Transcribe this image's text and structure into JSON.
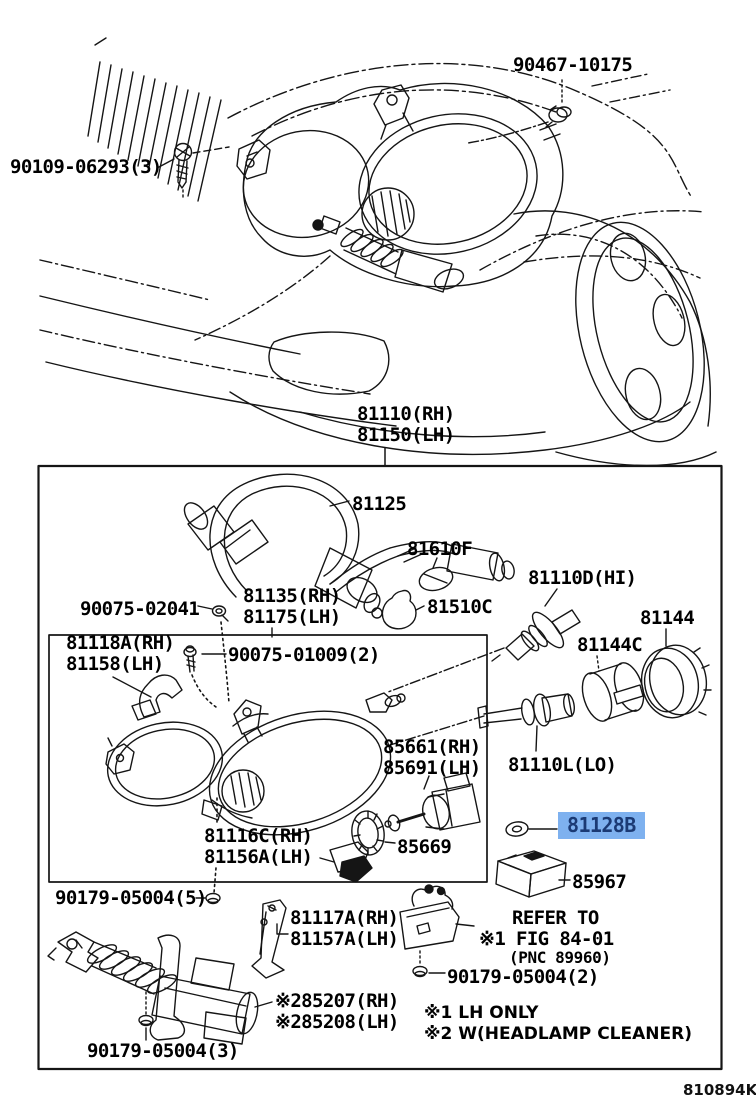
{
  "figure_code": "810894K",
  "highlight": {
    "bg": "#7eb1ef",
    "fg": "#1b3a74",
    "selected_part": "81128B"
  },
  "labels": {
    "clip": "90467-10175",
    "screw_top": "90109-06293(3)",
    "assy_rh": "81110(RH)",
    "assy_lh": "81150(LH)",
    "wire": "81125",
    "cover": "81610F",
    "cord_rh": "81135(RH)",
    "cord_lh": "81175(LH)",
    "screw_02041": "90075-02041",
    "bulb_clearance": "81510C",
    "bulb_hi": "81110D(HI)",
    "retainer_ring": "81144",
    "sleeve": "81144C",
    "bracket_up_rh": "81118A(RH)",
    "bracket_up_lh": "81158(LH)",
    "bolt_01009": "90075-01009(2)",
    "motor_rh": "85661(RH)",
    "motor_lh": "85691(LH)",
    "bulb_lo": "81110L(LO)",
    "packing": "85669",
    "grommet": "81128B",
    "bracket_low_rh": "81116C(RH)",
    "bracket_low_lh": "81156A(LH)",
    "screw_05004_5": "90179-05004(5)",
    "relay": "85967",
    "bracket_rh2": "81117A(RH)",
    "bracket_lh2": "81157A(LH)",
    "screw_05004_2": "90179-05004(2)",
    "cleaner_rh": "※285207(RH)",
    "cleaner_lh": "※285208(LH)",
    "screw_05004_3": "90179-05004(3)"
  },
  "notes": {
    "refer_1": "REFER TO",
    "refer_2": "※1 FIG 84-01",
    "refer_3": "(PNC 89960)",
    "note_1": "※1 LH ONLY",
    "note_2": "※2 W(HEADLAMP CLEANER)"
  }
}
